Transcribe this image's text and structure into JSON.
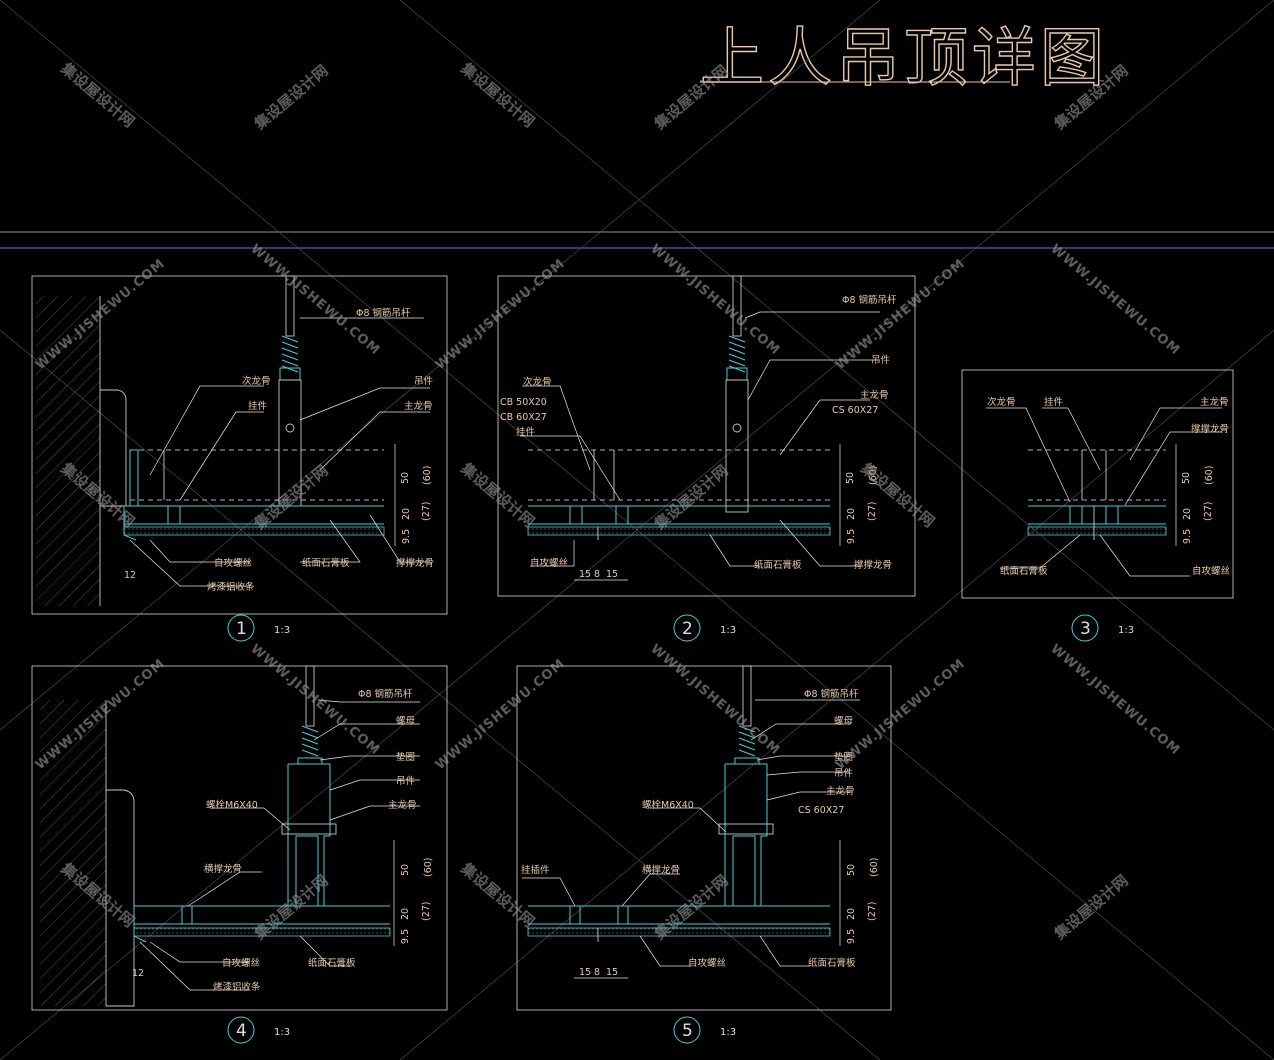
{
  "title": "上人吊顶详图",
  "watermark": {
    "cn": "集设屋设计网",
    "en": "WWW.JISHEWU.COM"
  },
  "details": [
    {
      "id": "1",
      "number": "1",
      "scale": "1:3",
      "labels": [
        "Φ8 钢筋吊杆",
        "次龙骨",
        "挂件",
        "吊件",
        "主龙骨",
        "自攻螺丝",
        "纸面石膏板",
        "撑撑龙骨",
        "烤漆铝收条"
      ],
      "dims": [
        "50",
        "(60)",
        "20",
        "(27)",
        "9.5",
        "12"
      ]
    },
    {
      "id": "2",
      "number": "2",
      "scale": "1:3",
      "labels": [
        "Φ8 钢筋吊杆",
        "吊件",
        "次龙骨",
        "CB 50X20",
        "CB 60X27",
        "挂件",
        "主龙骨",
        "CS 60X27",
        "自攻螺丝",
        "纸面石膏板",
        "撑撑龙骨"
      ],
      "dims": [
        "50",
        "(60)",
        "20",
        "(27)",
        "9.5",
        "15",
        "8",
        "15"
      ]
    },
    {
      "id": "3",
      "number": "3",
      "scale": "1:3",
      "labels": [
        "次龙骨",
        "挂件",
        "主龙骨",
        "撑撑龙骨",
        "纸面石膏板",
        "自攻螺丝"
      ],
      "dims": [
        "50",
        "(60)",
        "20",
        "(27)",
        "9.5"
      ]
    },
    {
      "id": "4",
      "number": "4",
      "scale": "1:3",
      "labels": [
        "Φ8 钢筋吊杆",
        "螺母",
        "垫圈",
        "吊件",
        "螺栓M6X40",
        "主龙骨",
        "横撑龙骨",
        "自攻螺丝",
        "纸面石膏板",
        "烤漆铝收条"
      ],
      "dims": [
        "50",
        "(60)",
        "20",
        "(27)",
        "9.5",
        "12"
      ]
    },
    {
      "id": "5",
      "number": "5",
      "scale": "1:3",
      "labels": [
        "Φ8 钢筋吊杆",
        "螺母",
        "垫圈",
        "吊件",
        "主龙骨",
        "螺栓M6X40",
        "CS 60X27",
        "挂插件",
        "横撑龙骨",
        "自攻螺丝",
        "纸面石膏板"
      ],
      "dims": [
        "50",
        "(60)",
        "20",
        "(27)",
        "9.5",
        "15",
        "8",
        "15"
      ]
    }
  ]
}
